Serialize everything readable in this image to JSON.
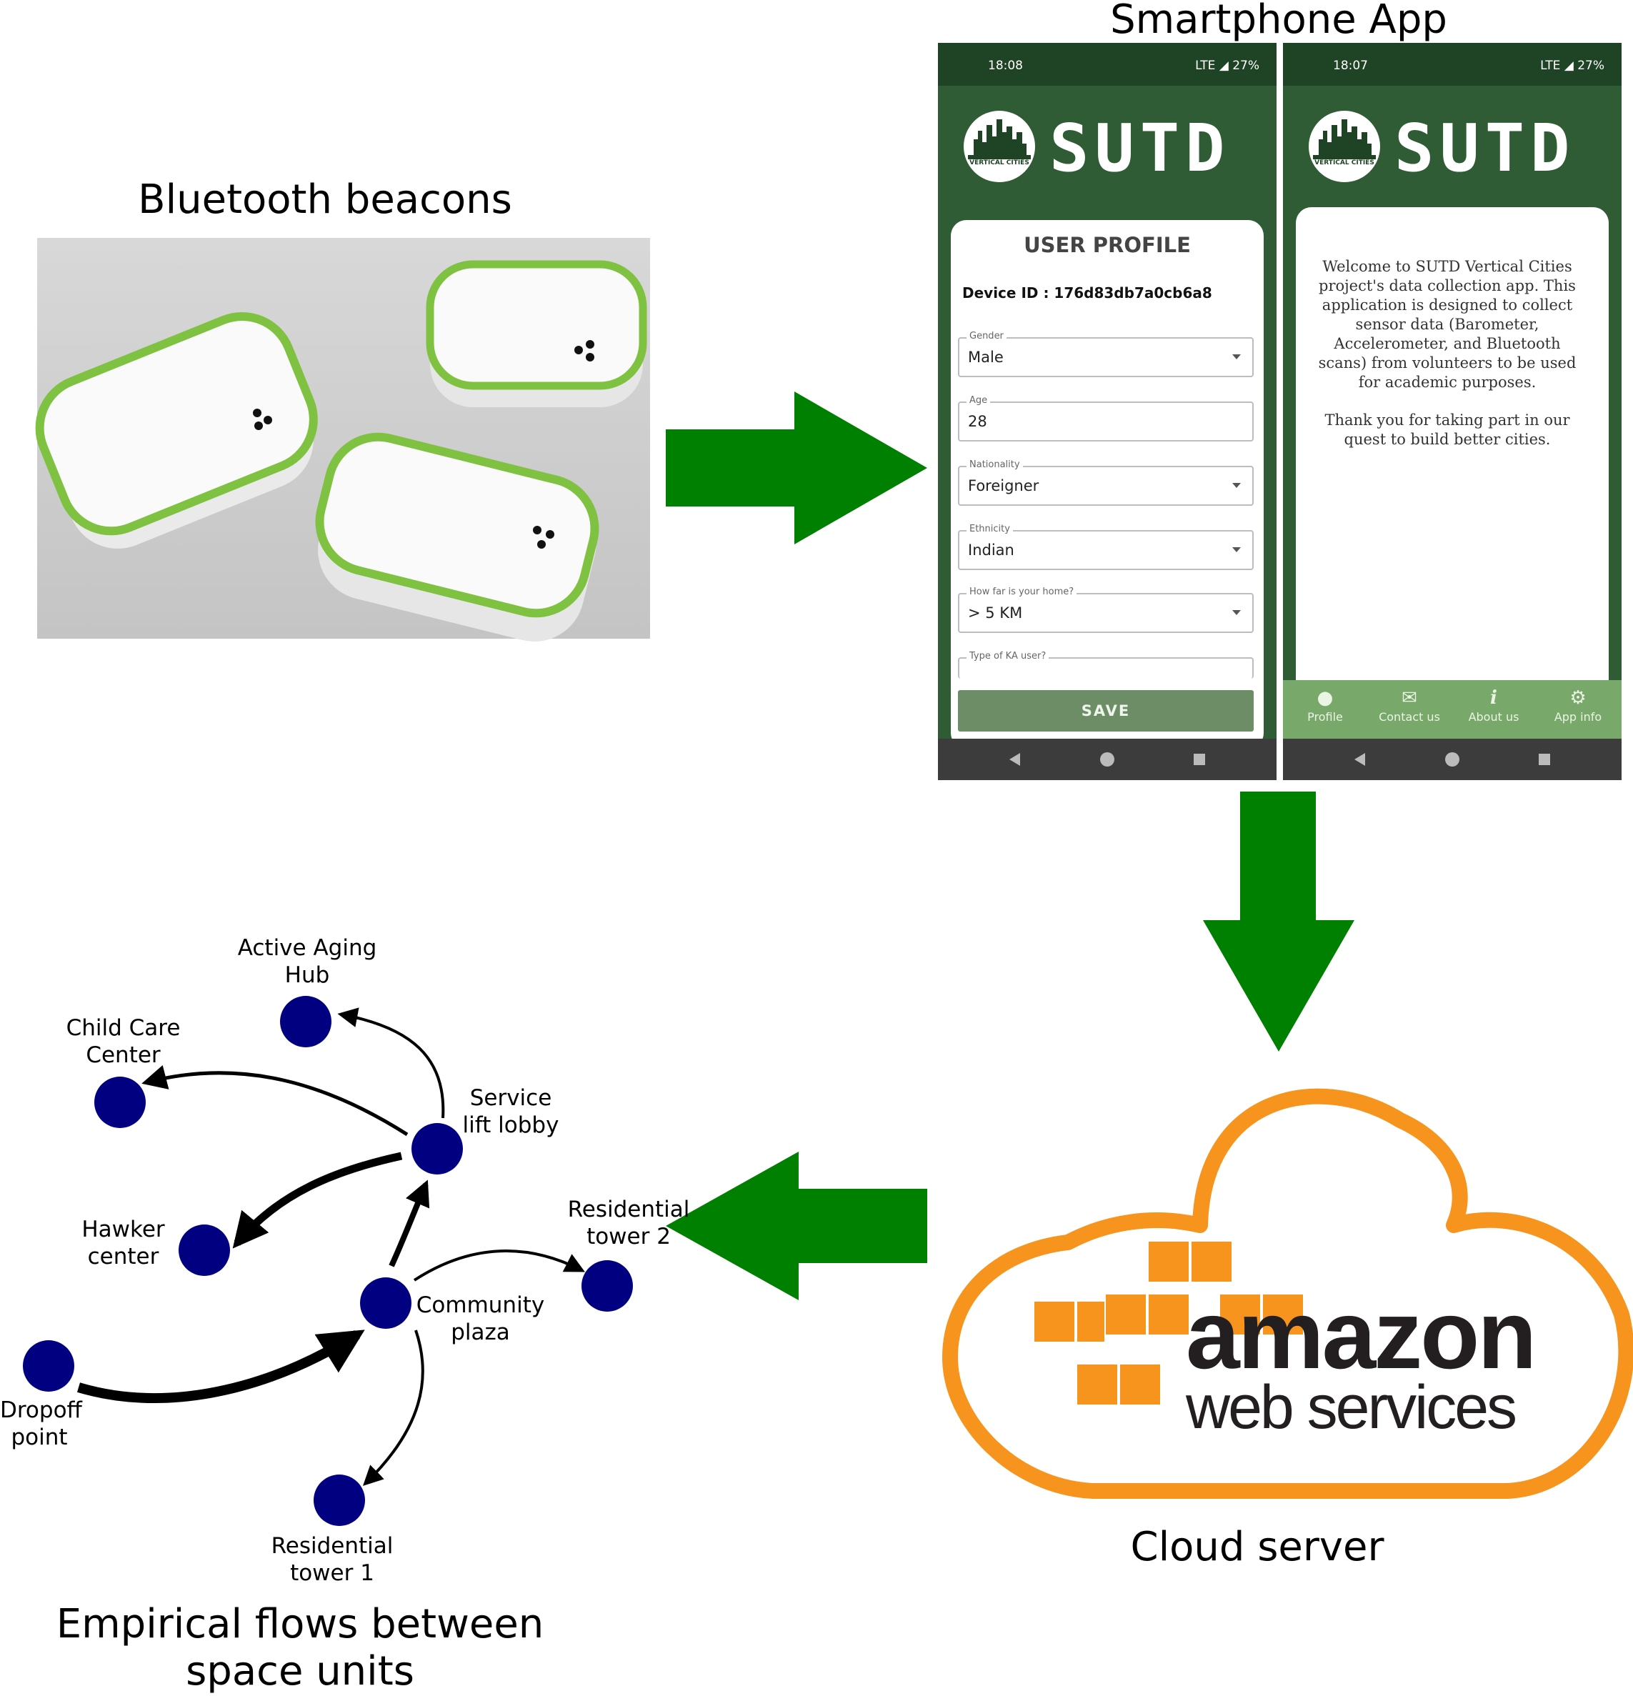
{
  "titles": {
    "beacons": "Bluetooth beacons",
    "app": "Smartphone App",
    "cloud": "Cloud server",
    "flows_line1": "Empirical flows between",
    "flows_line2": "space units"
  },
  "colors": {
    "arrow_green": "#008000",
    "aws_orange": "#f7941d",
    "node_navy": "#000080",
    "app_green": "#2f5b35"
  },
  "phone_left": {
    "status_time": "18:08",
    "status_right": "LTE ◢ 27%",
    "logo_badge": "VERTICAL CITIES",
    "logo_text": "SUTD",
    "heading": "USER PROFILE",
    "device_id": "Device ID : 176d83db7a0cb6a8",
    "fields": [
      {
        "label": "Gender",
        "value": "Male"
      },
      {
        "label": "Age",
        "value": "28"
      },
      {
        "label": "Nationality",
        "value": "Foreigner"
      },
      {
        "label": "Ethnicity",
        "value": "Indian"
      },
      {
        "label": "How far is your home?",
        "value": "> 5 KM"
      },
      {
        "label": "Type of KA user?",
        "value": ""
      }
    ],
    "save": "SAVE"
  },
  "phone_right": {
    "status_time": "18:07",
    "status_right": "LTE ◢ 27%",
    "logo_badge": "VERTICAL CITIES",
    "logo_text": "SUTD",
    "welcome_p1": "Welcome to SUTD Vertical Cities project's data collection app. This application is designed to collect sensor data (Barometer, Accelerometer, and Bluetooth scans) from volunteers to be used for academic purposes.",
    "welcome_p2": "Thank you for taking part in our quest to build better cities.",
    "tabs": [
      {
        "label": "Profile",
        "icon": "person-icon"
      },
      {
        "label": "Contact us",
        "icon": "mail-icon"
      },
      {
        "label": "About us",
        "icon": "info-icon"
      },
      {
        "label": "App info",
        "icon": "gear-icon"
      }
    ]
  },
  "aws": {
    "line1": "amazon",
    "line2": "web services"
  },
  "nodes": {
    "active_aging_hub": "Active Aging\nHub",
    "child_care_center": "Child Care\nCenter",
    "service_lift_lobby": "Service\nlift lobby",
    "hawker_center": "Hawker\ncenter",
    "residential_tower_2": "Residential\ntower 2",
    "community_plaza": "Community\nplaza",
    "dropoff_point": "Dropoff\npoint",
    "residential_tower_1": "Residential\ntower 1"
  }
}
